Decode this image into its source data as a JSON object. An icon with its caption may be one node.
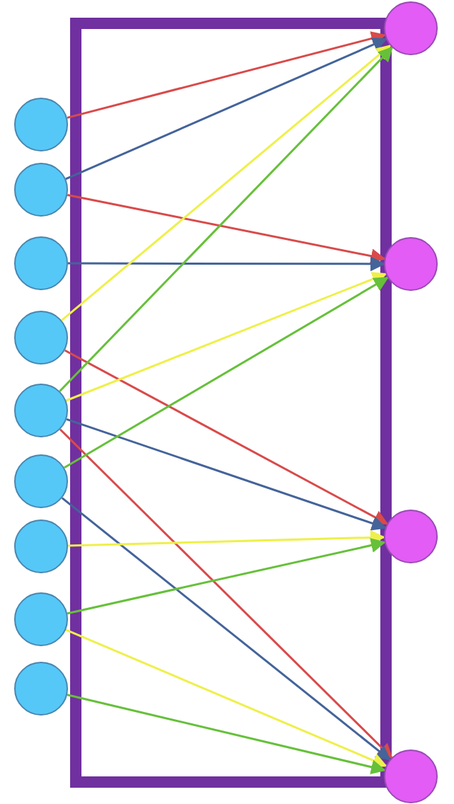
{
  "diagram": {
    "nodes": [
      {
        "text": [],
        "shape": "circle"
      },
      {
        "text": [],
        "shape": "circle"
      },
      {
        "text": [],
        "shape": "circle"
      },
      {
        "text": [],
        "shape": "circle"
      },
      {
        "text": [],
        "shape": "circle"
      },
      {
        "text": [],
        "shape": "circle"
      },
      {
        "text": [],
        "shape": "circle"
      },
      {
        "text": [],
        "shape": "circle"
      },
      {
        "text": [],
        "shape": "circle"
      },
      {
        "text": [],
        "shape": "circle"
      },
      {
        "text": [],
        "shape": "circle"
      },
      {
        "text": [],
        "shape": "circle"
      },
      {
        "text": [],
        "shape": "circle"
      }
    ],
    "edges": [
      {
        "from": 0,
        "to": 9,
        "arrow": "to",
        "color": "#d94a4a"
      },
      {
        "from": 1,
        "to": 9,
        "arrow": "to",
        "color": "#44649a"
      },
      {
        "from": 1,
        "to": 10,
        "arrow": "to",
        "color": "#d94a4a"
      },
      {
        "from": 2,
        "to": 10,
        "arrow": "to",
        "color": "#44649a"
      },
      {
        "from": 3,
        "to": 9,
        "arrow": "to",
        "color": "#eef04a"
      },
      {
        "from": 3,
        "to": 11,
        "arrow": "to",
        "color": "#d94a4a"
      },
      {
        "from": 4,
        "to": 9,
        "arrow": "to",
        "color": "#66c03a"
      },
      {
        "from": 4,
        "to": 10,
        "arrow": "to",
        "color": "#eef04a"
      },
      {
        "from": 4,
        "to": 11,
        "arrow": "to",
        "color": "#44649a"
      },
      {
        "from": 4,
        "to": 12,
        "arrow": "to",
        "color": "#d94a4a"
      },
      {
        "from": 5,
        "to": 10,
        "arrow": "to",
        "color": "#66c03a"
      },
      {
        "from": 5,
        "to": 12,
        "arrow": "to",
        "color": "#44649a"
      },
      {
        "from": 6,
        "to": 11,
        "arrow": "to",
        "color": "#eef04a"
      },
      {
        "from": 7,
        "to": 11,
        "arrow": "to",
        "color": "#66c03a"
      },
      {
        "from": 7,
        "to": 12,
        "arrow": "to",
        "color": "#eef04a"
      },
      {
        "from": 8,
        "to": 12,
        "arrow": "to",
        "color": "#66c03a"
      }
    ]
  }
}
